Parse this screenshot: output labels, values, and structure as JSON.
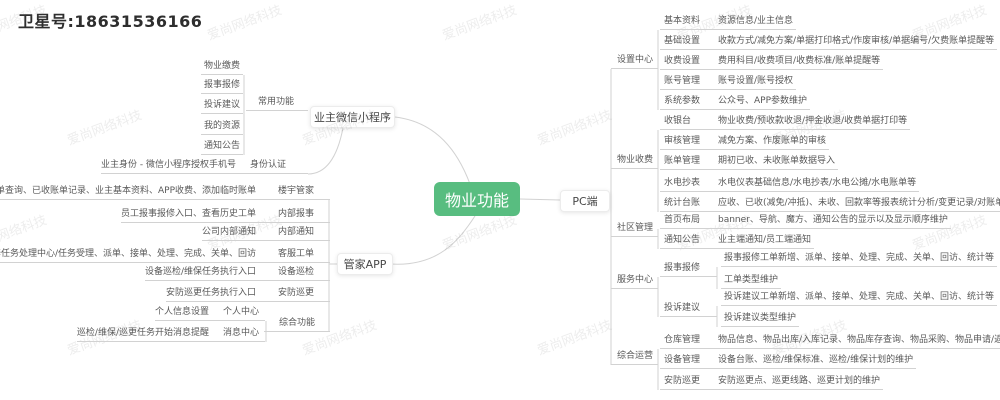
{
  "header": {
    "title": "卫星号:18631536166"
  },
  "watermark": {
    "text": "爱尚网络科技"
  },
  "root": {
    "label": "物业功能"
  },
  "colors": {
    "accent": "#58bd80",
    "line": "#d2d2d2",
    "text": "#595959"
  },
  "owner": {
    "node": "业主微信小程序",
    "common": {
      "label": "常用功能",
      "items": [
        "物业缴费",
        "报事报修",
        "投诉建议",
        "我的资源",
        "通知公告"
      ]
    },
    "identity": {
      "label": "身份认证",
      "item": "业主身份 - 微信小程序授权手机号"
    }
  },
  "butler": {
    "node": "管家APP",
    "rows": [
      {
        "label": "楼宇管家",
        "detail": "应收账单查询、已收账单记录、业主基本资料、APP收费、添加临时账单"
      },
      {
        "label": "内部报事",
        "detail": "员工报事报修入口、查看历史工单"
      },
      {
        "label": "内部通知",
        "detail": "公司内部通知"
      },
      {
        "label": "客服工单",
        "detail": "报事报修任务处理中心/任务受理、派单、接单、处理、完成、关单、回访"
      },
      {
        "label": "设备巡检",
        "detail": "设备巡检/维保任务执行入口"
      },
      {
        "label": "安防巡更",
        "detail": "安防巡更任务执行入口"
      }
    ],
    "composite": {
      "label": "综合功能",
      "rows": [
        {
          "label": "个人中心",
          "detail": "个人信息设置"
        },
        {
          "label": "消息中心",
          "detail": "巡检/维保/巡更任务开始消息提醒"
        }
      ]
    }
  },
  "pc": {
    "node": "PC端",
    "sections": [
      {
        "label": "设置中心",
        "rows": [
          {
            "label": "基本资料",
            "details": [
              "资源信息/业主信息"
            ]
          },
          {
            "label": "基础设置",
            "details": [
              "收款方式/减免方案/单据打印格式/作废审核/单据编号/欠费账单提醒等"
            ]
          },
          {
            "label": "收费设置",
            "details": [
              "费用科目/收费项目/收费标准/账单提醒等"
            ]
          },
          {
            "label": "账号管理",
            "details": [
              "账号设置/账号授权"
            ]
          },
          {
            "label": "系统参数",
            "details": [
              "公众号、APP参数维护"
            ]
          }
        ]
      },
      {
        "label": "物业收费",
        "rows": [
          {
            "label": "收银台",
            "details": [
              "物业收费/预收款收退/押金收退/收费单据打印等"
            ]
          },
          {
            "label": "审核管理",
            "details": [
              "减免方案、作废账单的审核"
            ]
          },
          {
            "label": "账单管理",
            "details": [
              "期初已收、未收账单数据导入"
            ]
          },
          {
            "label": "水电抄表",
            "details": [
              "水电仪表基础信息/水电抄表/水电公摊/水电账单等"
            ]
          },
          {
            "label": "统计台账",
            "details": [
              "应收、已收(减免/冲抵)、未收、回款率等报表统计分析/变更记录/对账单"
            ]
          }
        ]
      },
      {
        "label": "社区管理",
        "rows": [
          {
            "label": "首页布局",
            "details": [
              "banner、导航、魔方、通知公告的显示以及显示顺序维护"
            ]
          },
          {
            "label": "通知公告",
            "details": [
              "业主端通知/员工端通知"
            ]
          }
        ]
      },
      {
        "label": "服务中心",
        "rows": [
          {
            "label": "报事报修",
            "details": [
              "报事报修工单新增、派单、接单、处理、完成、关单、回访、统计等",
              "工单类型维护"
            ]
          },
          {
            "label": "投诉建议",
            "details": [
              "投诉建议工单新增、派单、接单、处理、完成、关单、回访、统计等",
              "投诉建议类型维护"
            ]
          }
        ]
      },
      {
        "label": "综合运营",
        "rows": [
          {
            "label": "仓库管理",
            "details": [
              "物品信息、物品出库/入库记录、物品库存查询、物品采购、物品申请/返还记录"
            ]
          },
          {
            "label": "设备管理",
            "details": [
              "设备台账、巡检/维保标准、巡检/维保计划的维护"
            ]
          },
          {
            "label": "安防巡更",
            "details": [
              "安防巡更点、巡更线路、巡更计划的维护"
            ]
          }
        ]
      }
    ]
  }
}
